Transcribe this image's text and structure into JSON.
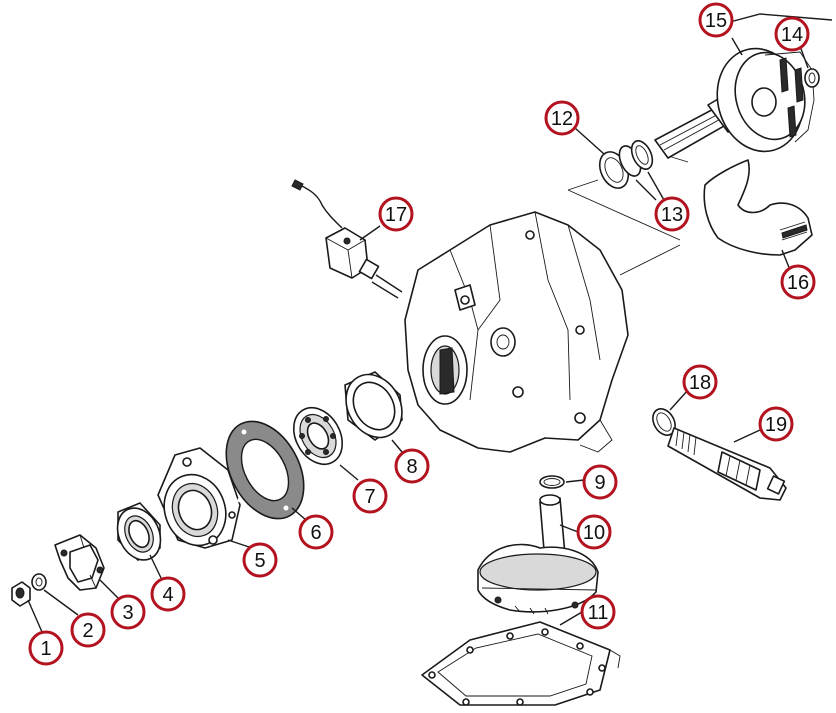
{
  "colors": {
    "callout_ring": "#b3121f",
    "line_art": "#1a1a1a",
    "background": "#ffffff"
  },
  "callouts": [
    "1",
    "2",
    "3",
    "4",
    "5",
    "6",
    "7",
    "8",
    "9",
    "10",
    "11",
    "12",
    "13",
    "14",
    "15",
    "16",
    "17",
    "18",
    "19"
  ]
}
